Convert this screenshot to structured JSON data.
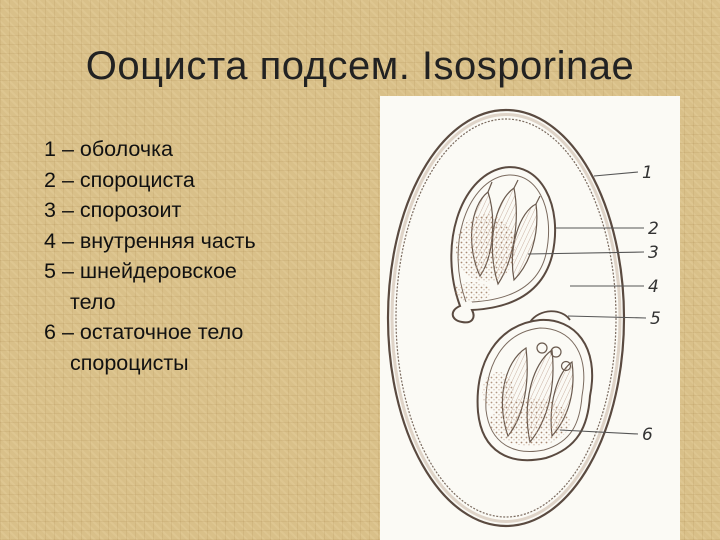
{
  "slide": {
    "title": "Ооциста подсем. Isosporinae",
    "legend": [
      {
        "num": "1",
        "sep": " – ",
        "text": "оболочка",
        "cont": ""
      },
      {
        "num": "2",
        "sep": " – ",
        "text": "спороциста",
        "cont": ""
      },
      {
        "num": "3",
        "sep": " – ",
        "text": "спорозоит",
        "cont": ""
      },
      {
        "num": "4",
        "sep": " – ",
        "text": "внутренняя часть",
        "cont": ""
      },
      {
        "num": "5",
        "sep": " – ",
        "text": "шнейдеровское",
        "cont": "тело"
      },
      {
        "num": "6",
        "sep": " – ",
        "text": "остаточное тело",
        "cont": "спороцисты"
      }
    ],
    "figure": {
      "labels": [
        "1",
        "2",
        "3",
        "4",
        "5",
        "6"
      ]
    }
  },
  "colors": {
    "background": "#d9c089",
    "text": "#222222",
    "figure_bg": "#fbfaf5",
    "ink": "#5a4a40",
    "stipple": "#b08a70"
  }
}
